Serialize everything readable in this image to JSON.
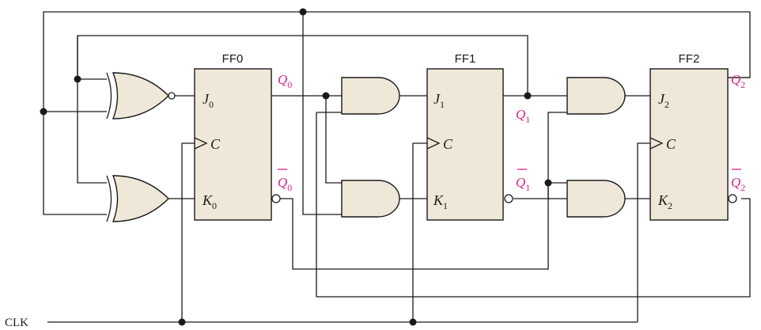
{
  "colors": {
    "output_label": "#e0218a",
    "body_fill": "#efe7d8",
    "line": "#1a1a1a"
  },
  "clock_label": "CLK",
  "flipflops": [
    {
      "title": "FF0",
      "j": "J",
      "j_sub": "0",
      "c": "C",
      "k": "K",
      "k_sub": "0",
      "q": "Q",
      "q_sub": "0",
      "qbar": "Q",
      "qbar_sub": "0"
    },
    {
      "title": "FF1",
      "j": "J",
      "j_sub": "1",
      "c": "C",
      "k": "K",
      "k_sub": "1",
      "q": "Q",
      "q_sub": "1",
      "qbar": "Q",
      "qbar_sub": "1"
    },
    {
      "title": "FF2",
      "j": "J",
      "j_sub": "2",
      "c": "C",
      "k": "K",
      "k_sub": "2",
      "q": "Q",
      "q_sub": "2",
      "qbar": "Q",
      "qbar_sub": "2"
    }
  ],
  "gates": [
    "xnor-gate",
    "xor-gate",
    "and-gate",
    "and-gate",
    "and-gate",
    "and-gate"
  ]
}
